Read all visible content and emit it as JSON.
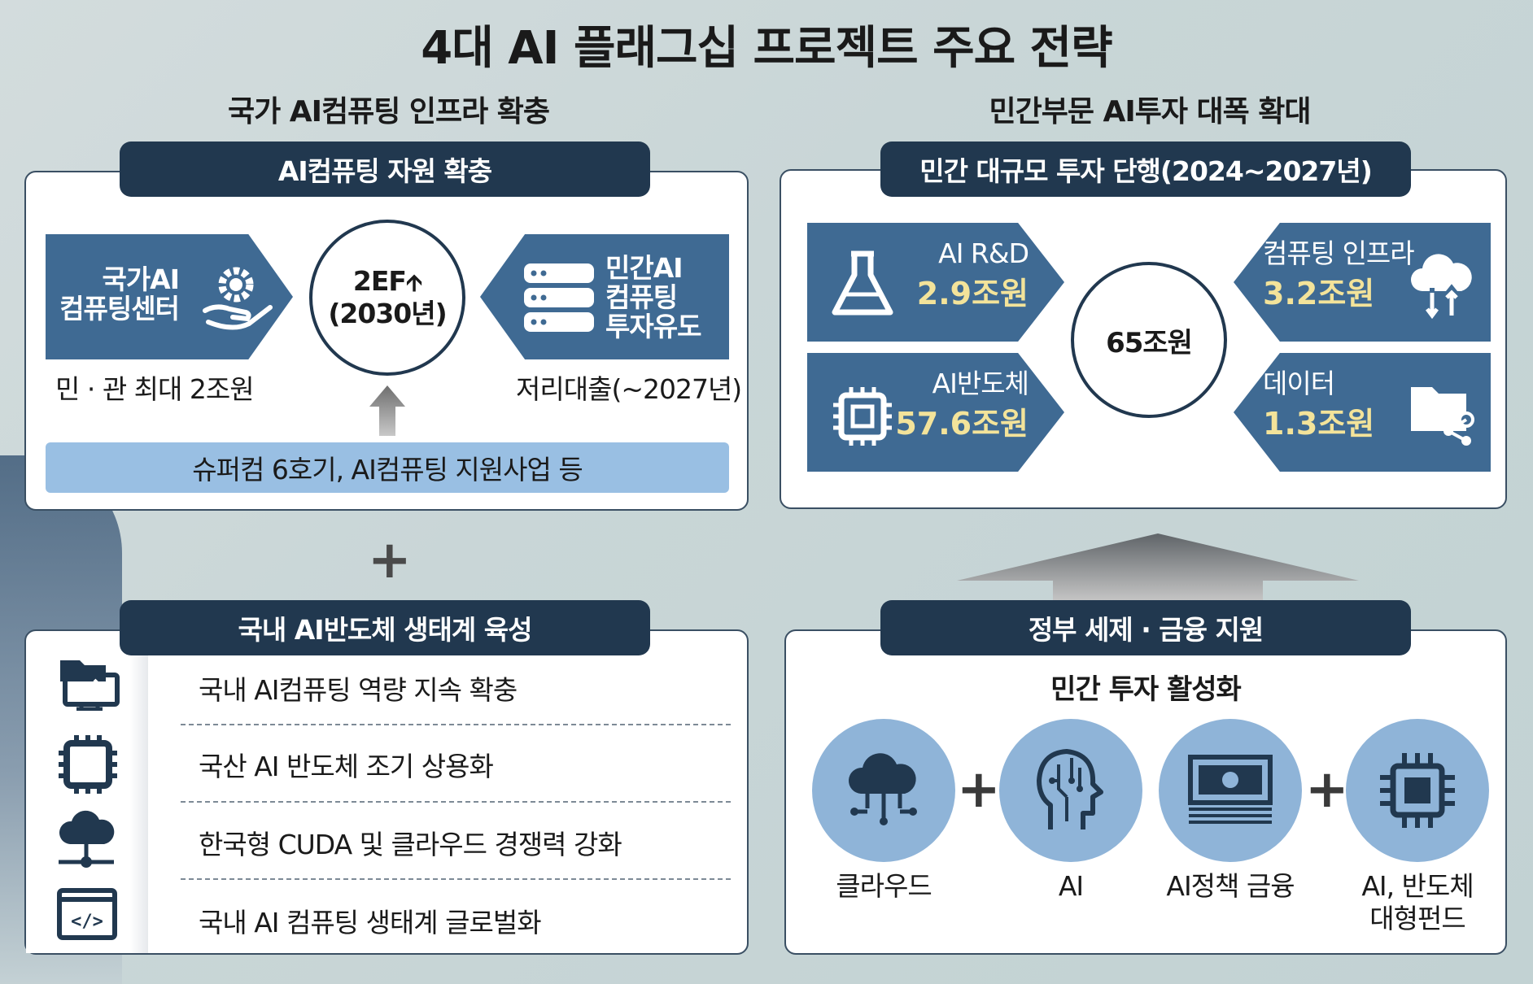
{
  "title": "4대 AI 플래그십 프로젝트 주요 전략",
  "left": {
    "heading": "국가 AI컴퓨팅 인프라 확충",
    "top_box": {
      "tab": "AI컴퓨팅 자원 확충",
      "left_tile": [
        "국가AI",
        "컴퓨팅센터"
      ],
      "left_caption": "민 · 관 최대 2조원",
      "center": [
        "2EF",
        "(2030년)"
      ],
      "right_tile": [
        "민간AI",
        "컴퓨팅",
        "투자유도"
      ],
      "right_caption": "저리대출(~2027년)",
      "bottom_bar": "슈퍼컴 6호기, AI컴퓨팅 지원사업 등"
    },
    "plus": "+",
    "bottom_box": {
      "tab": "국내 AI반도체 생태계 육성",
      "items": [
        "국내 AI컴퓨팅 역량 지속 확충",
        "국산 AI 반도체 조기 상용화",
        "한국형 CUDA 및 클라우드 경쟁력 강화",
        "국내 AI 컴퓨팅 생태계 글로벌화"
      ]
    }
  },
  "right": {
    "heading": "민간부문 AI투자 대폭 확대",
    "top_box": {
      "tab": "민간 대규모 투자 단행(2024~2027년)",
      "center": "65조원",
      "tiles": [
        {
          "label": "AI R&D",
          "amount": "2.9조원"
        },
        {
          "label": "컴퓨팅 인프라",
          "amount": "3.2조원"
        },
        {
          "label": "AI반도체",
          "amount": "57.6조원"
        },
        {
          "label": "데이터",
          "amount": "1.3조원"
        }
      ]
    },
    "bottom_box": {
      "tab": "정부 세제 · 금융 지원",
      "subheading": "민간 투자 활성화",
      "plus": "+",
      "bubbles": [
        {
          "label": "클라우드"
        },
        {
          "label": "AI"
        },
        {
          "label": "AI정책 금융"
        },
        {
          "label": "AI, 반도체",
          "label2": "대형펀드"
        }
      ]
    }
  },
  "colors": {
    "navy": "#21384f",
    "tile_blue": "#3f6a93",
    "amount_yellow": "#f3e39a",
    "light_blue_bar": "#99bfe3",
    "bubble_blue": "#8fb4d8"
  }
}
